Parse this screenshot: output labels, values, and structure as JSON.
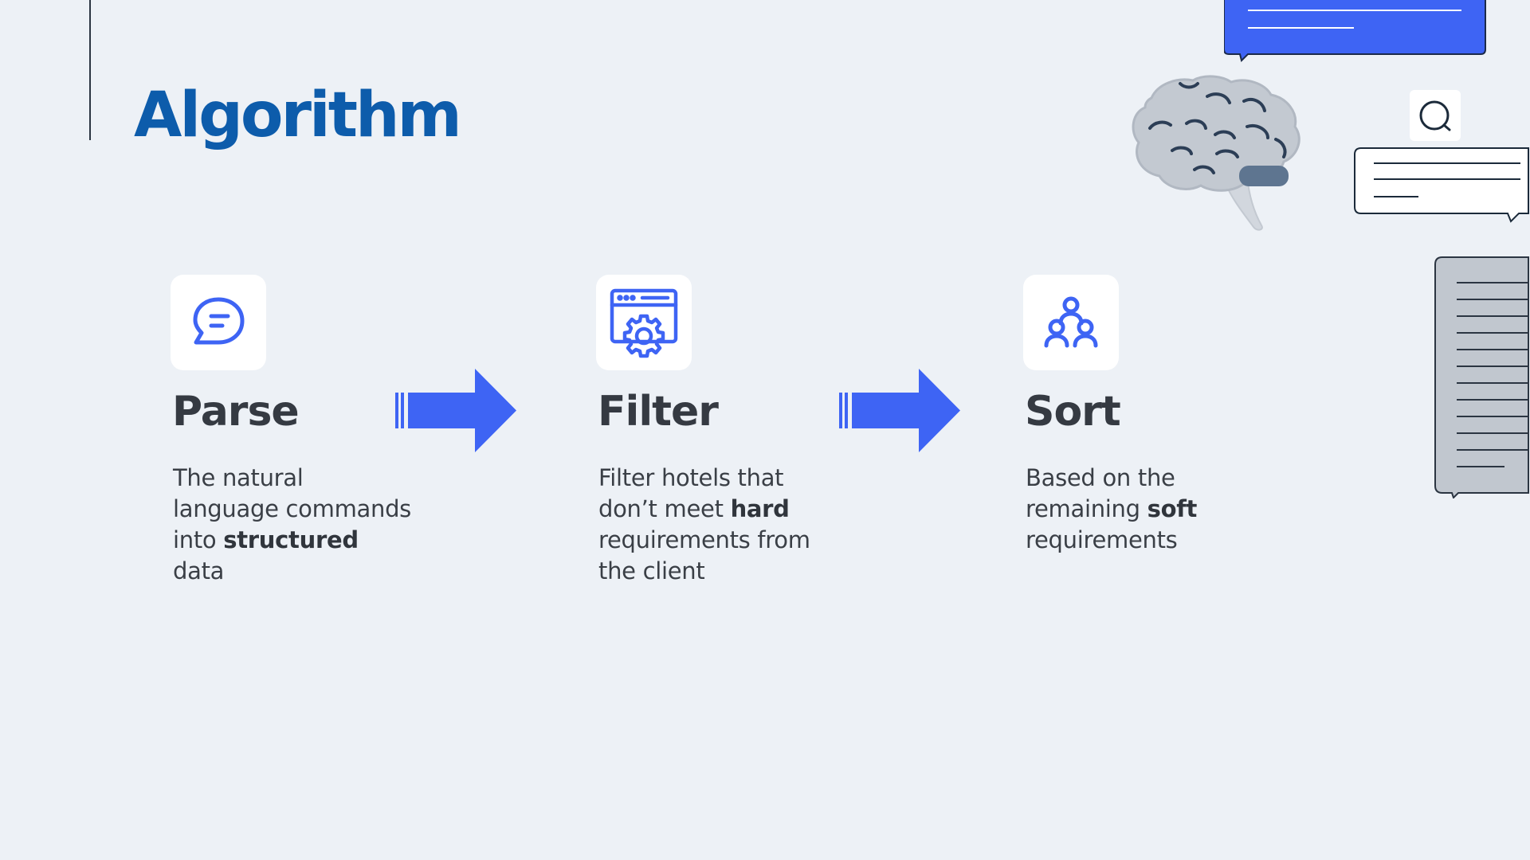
{
  "slide": {
    "title": "Algorithm"
  },
  "steps": [
    {
      "icon": "chat-bubble-icon",
      "heading": "Parse",
      "text_parts": [
        "The natural language commands into ",
        "structured",
        " data"
      ]
    },
    {
      "icon": "browser-gear-icon",
      "heading": "Filter",
      "text_parts": [
        "Filter hotels that don’t meet ",
        "hard",
        " requirements from the client"
      ]
    },
    {
      "icon": "people-hierarchy-icon",
      "heading": "Sort",
      "text_parts": [
        "Based on the remaining ",
        "soft",
        " requirements"
      ]
    }
  ],
  "colors": {
    "title": "#0d5cab",
    "accent_blue": "#3e64f4",
    "heading": "#353a42",
    "text": "#3a3f46",
    "background": "#edf1f6"
  },
  "decorations": [
    "blue-chat-bubble",
    "brain-icon",
    "search-icon",
    "white-chat-bubble",
    "gray-document-bubble"
  ]
}
